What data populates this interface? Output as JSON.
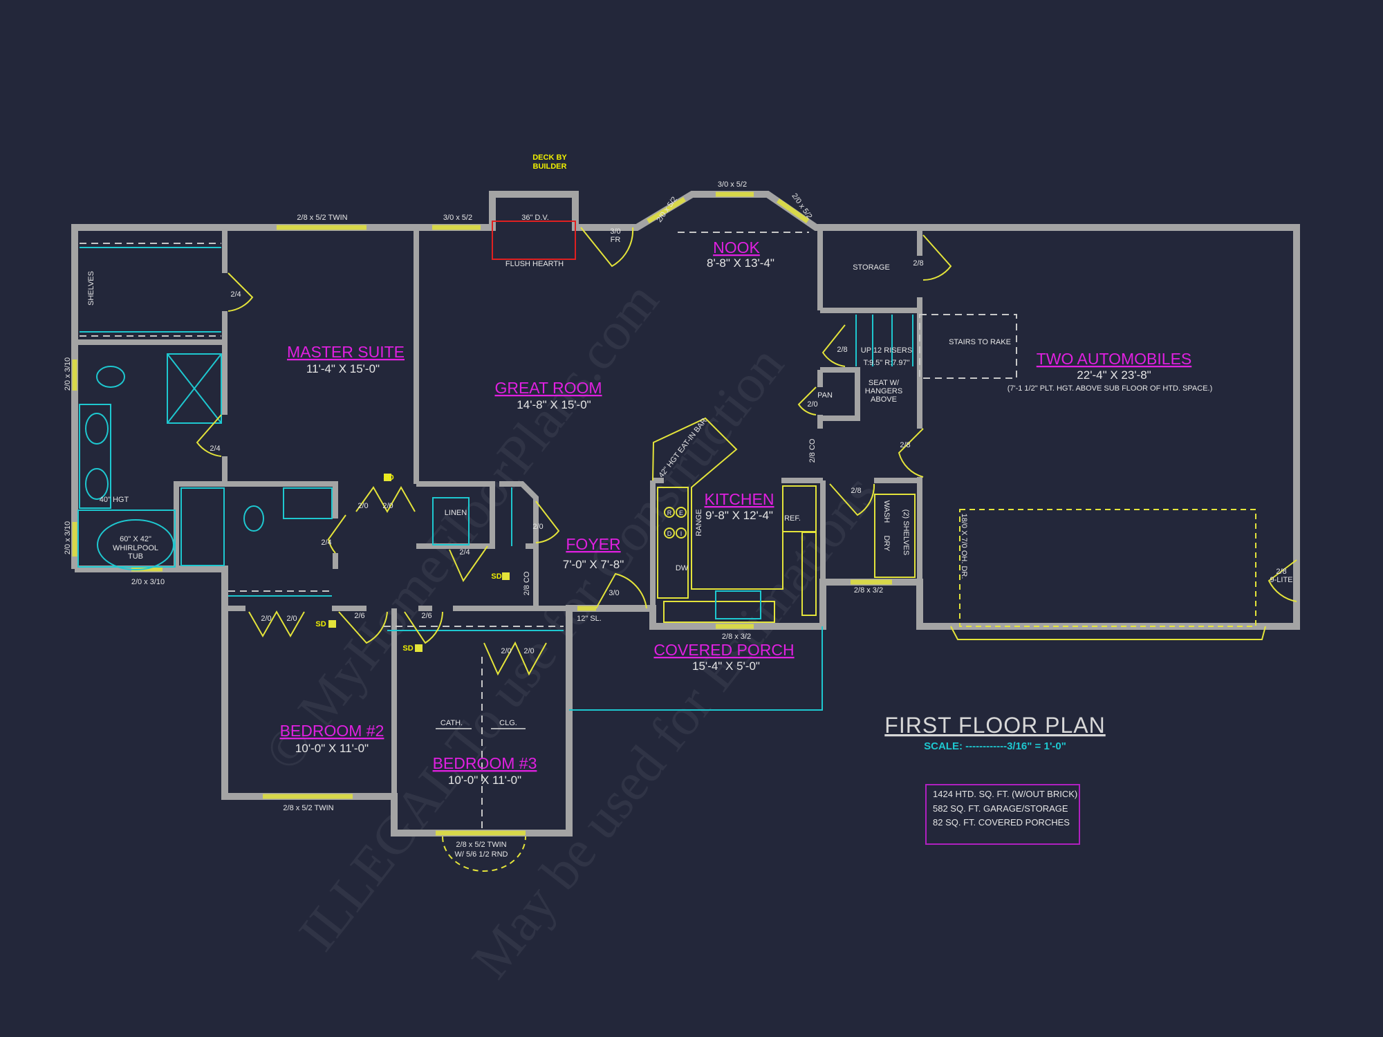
{
  "plan": {
    "title": "FIRST FLOOR PLAN",
    "scale": "SCALE: ------------3/16\" = 1'-0\"",
    "areas": [
      "1424 HTD. SQ. FT. (W/OUT BRICK)",
      "582 SQ. FT. GARAGE/STORAGE",
      "82 SQ. FT. COVERED PORCHES"
    ],
    "watermark": [
      "© MyHomeFloorPlans.com",
      "ILLEGAL To use for Construction",
      "May be used for Estimations"
    ]
  },
  "rooms": {
    "master": {
      "name": "MASTER SUITE",
      "size": "11'-4\" X 15'-0\""
    },
    "great": {
      "name": "GREAT ROOM",
      "size": "14'-8\" X 15'-0\""
    },
    "nook": {
      "name": "NOOK",
      "size": "8'-8\" X 13'-4\""
    },
    "kitchen": {
      "name": "KITCHEN",
      "size": "9'-8\" X 12'-4\""
    },
    "foyer": {
      "name": "FOYER",
      "size": "7'-0\" X 7'-8\""
    },
    "porch": {
      "name": "COVERED PORCH",
      "size": "15'-4\" X 5'-0\""
    },
    "bed2": {
      "name": "BEDROOM #2",
      "size": "10'-0\" X 11'-0\""
    },
    "bed3": {
      "name": "BEDROOM #3",
      "size": "10'-0\" X 11'-0\""
    },
    "garage": {
      "name": "TWO AUTOMOBILES",
      "size": "22'-4\" X 23'-8\"",
      "note": "(7'-1 1/2\" PLT. HGT. ABOVE SUB FLOOR OF HTD. SPACE.)"
    }
  },
  "notes": {
    "deck1": "DECK BY",
    "deck2": "BUILDER",
    "fireplace": "36\" D.V.",
    "hearth": "FLUSH HEARTH",
    "storage": "STORAGE",
    "stairs_rake": "STAIRS TO RAKE",
    "risers": "UP 12 RISERS",
    "tread": "T:9.5\"  R:7.97\"",
    "pan": "PAN",
    "seat1": "SEAT W/",
    "seat2": "HANGERS",
    "seat3": "ABOVE",
    "wash": "WASH",
    "dry": "DRY",
    "shelves2": "(2) SHELVES",
    "ohdoor": "18/0 X 7/0 OH. DR.",
    "lite1": "2/8",
    "lite2": "9-LITE",
    "shelves": "SHELVES",
    "hgt40": "40\" HGT",
    "tub1": "60\" X 42\"",
    "tub2": "WHIRLPOOL",
    "tub3": "TUB",
    "linen": "LINEN",
    "bar": "42\" HGT EAT-IN BAR",
    "range": "RANGE",
    "ref": "REF.",
    "dw": "DW",
    "r": "R",
    "e": "E",
    "d": "D",
    "i": "I",
    "sl": "12\" SL.",
    "cath": "CATH.",
    "clg": "CLG.",
    "sd": "SD",
    "co": "2/8 CO",
    "fr1": "3/0",
    "fr2": "FR"
  },
  "openings": {
    "w_master_top": "2/8 x 5/2 TWIN",
    "w_great_top": "3/0 x 5/2",
    "w_nook_left": "2/0 x 5/2",
    "w_nook_mid": "3/0 x 5/2",
    "w_nook_right": "2/0 x 5/2",
    "w_bath1": "2/0 x 3/10",
    "w_bath2": "2/0 x 3/10",
    "w_bath_bot": "2/0 x 3/10",
    "w_laundry": "2/8 x 3/2",
    "w_kitchen": "2/8 x 3/2",
    "w_bed2": "2/8 x 5/2 TWIN",
    "w_bed3a": "2/8 x 5/2 TWIN",
    "w_bed3b": "W/ 5/6 1/2 RND",
    "d24": "2/4",
    "d28": "2/8",
    "d20": "2/0",
    "d26": "2/6",
    "d30": "3/0"
  }
}
